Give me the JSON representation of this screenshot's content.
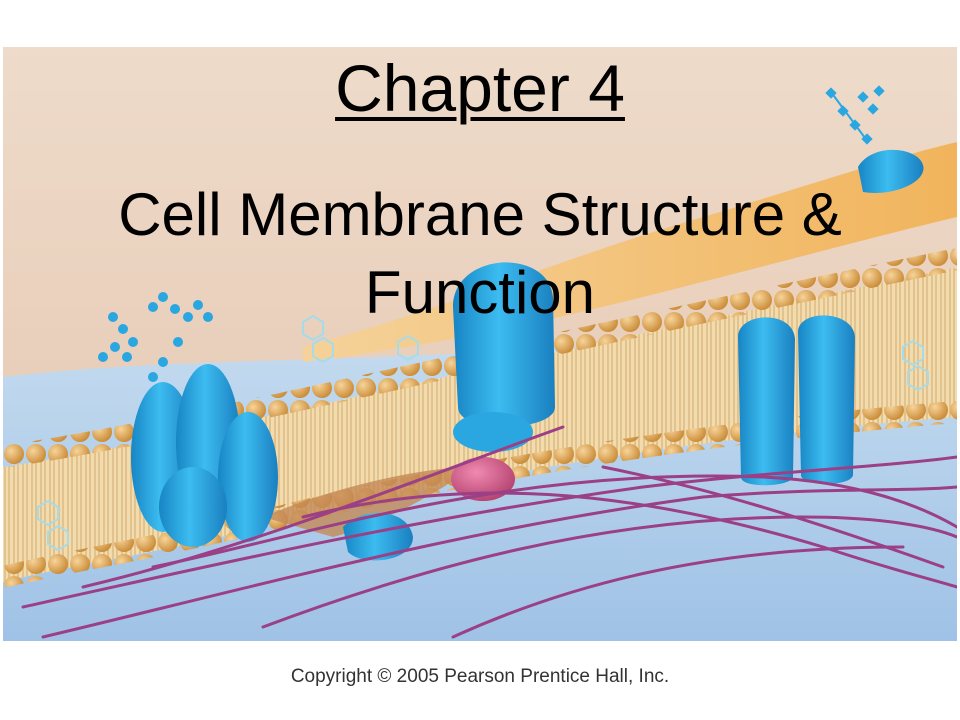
{
  "slide": {
    "chapter_title": "Chapter 4",
    "subtitle": "Cell Membrane Structure & Function",
    "copyright": "Copyright © 2005 Pearson Prentice Hall, Inc."
  },
  "colors": {
    "background_top": "#ecd5c3",
    "cytoplasm": "#b9d4ec",
    "phospholipid_head": "#d9a24c",
    "protein": "#2aa7e0",
    "fiber": "#9b3f86",
    "extracellular_matrix": "#f3bd68"
  }
}
